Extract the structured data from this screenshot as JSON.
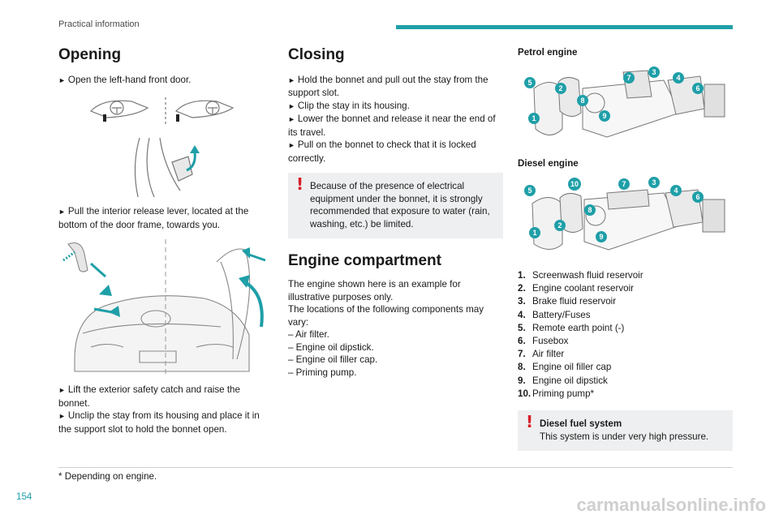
{
  "header": {
    "section": "Practical information"
  },
  "page_number": "154",
  "accent_color": "#1f9fa8",
  "warning_color": "#d7202a",
  "col1": {
    "title": "Opening",
    "steps": [
      "Open the left-hand front door.",
      "Pull the interior release lever, located at the bottom of the door frame, towards you.",
      "Lift the exterior safety catch and raise the bonnet.",
      "Unclip the stay from its housing and place it in the support slot to hold the bonnet open."
    ]
  },
  "col2": {
    "title": "Closing",
    "steps": [
      "Hold the bonnet and pull out the stay from the support slot.",
      "Clip the stay in its housing.",
      "Lower the bonnet and release it near the end of its travel.",
      "Pull on the bonnet to check that it is locked correctly."
    ],
    "warning": "Because of the presence of electrical equipment under the bonnet, it is strongly recommended that exposure to water (rain, washing, etc.) be limited.",
    "engine_title": "Engine compartment",
    "engine_intro": "The engine shown here is an example for illustrative purposes only.",
    "engine_locations": "The locations of the following components may vary:",
    "engine_items": [
      "Air filter.",
      "Engine oil dipstick.",
      "Engine oil filler cap.",
      "Priming pump."
    ]
  },
  "col3": {
    "petrol_title": "Petrol engine",
    "diesel_title": "Diesel engine",
    "legend": [
      {
        "num": "1.",
        "label": "Screenwash fluid reservoir"
      },
      {
        "num": "2.",
        "label": "Engine coolant reservoir"
      },
      {
        "num": "3.",
        "label": "Brake fluid reservoir"
      },
      {
        "num": "4.",
        "label": "Battery/Fuses"
      },
      {
        "num": "5.",
        "label": "Remote earth point (-)"
      },
      {
        "num": "6.",
        "label": "Fusebox"
      },
      {
        "num": "7.",
        "label": "Air filter"
      },
      {
        "num": "8.",
        "label": "Engine oil filler cap"
      },
      {
        "num": "9.",
        "label": "Engine oil dipstick"
      },
      {
        "num": "10.",
        "label": "Priming pump*"
      }
    ],
    "diesel_warning_title": "Diesel fuel system",
    "diesel_warning_text": "This system is under very high pressure."
  },
  "footnote": "* Depending on engine.",
  "watermark": "carmanualsonline.info",
  "icons": {
    "step_marker": "right-triangle-icon",
    "warning": "exclamation-icon"
  }
}
